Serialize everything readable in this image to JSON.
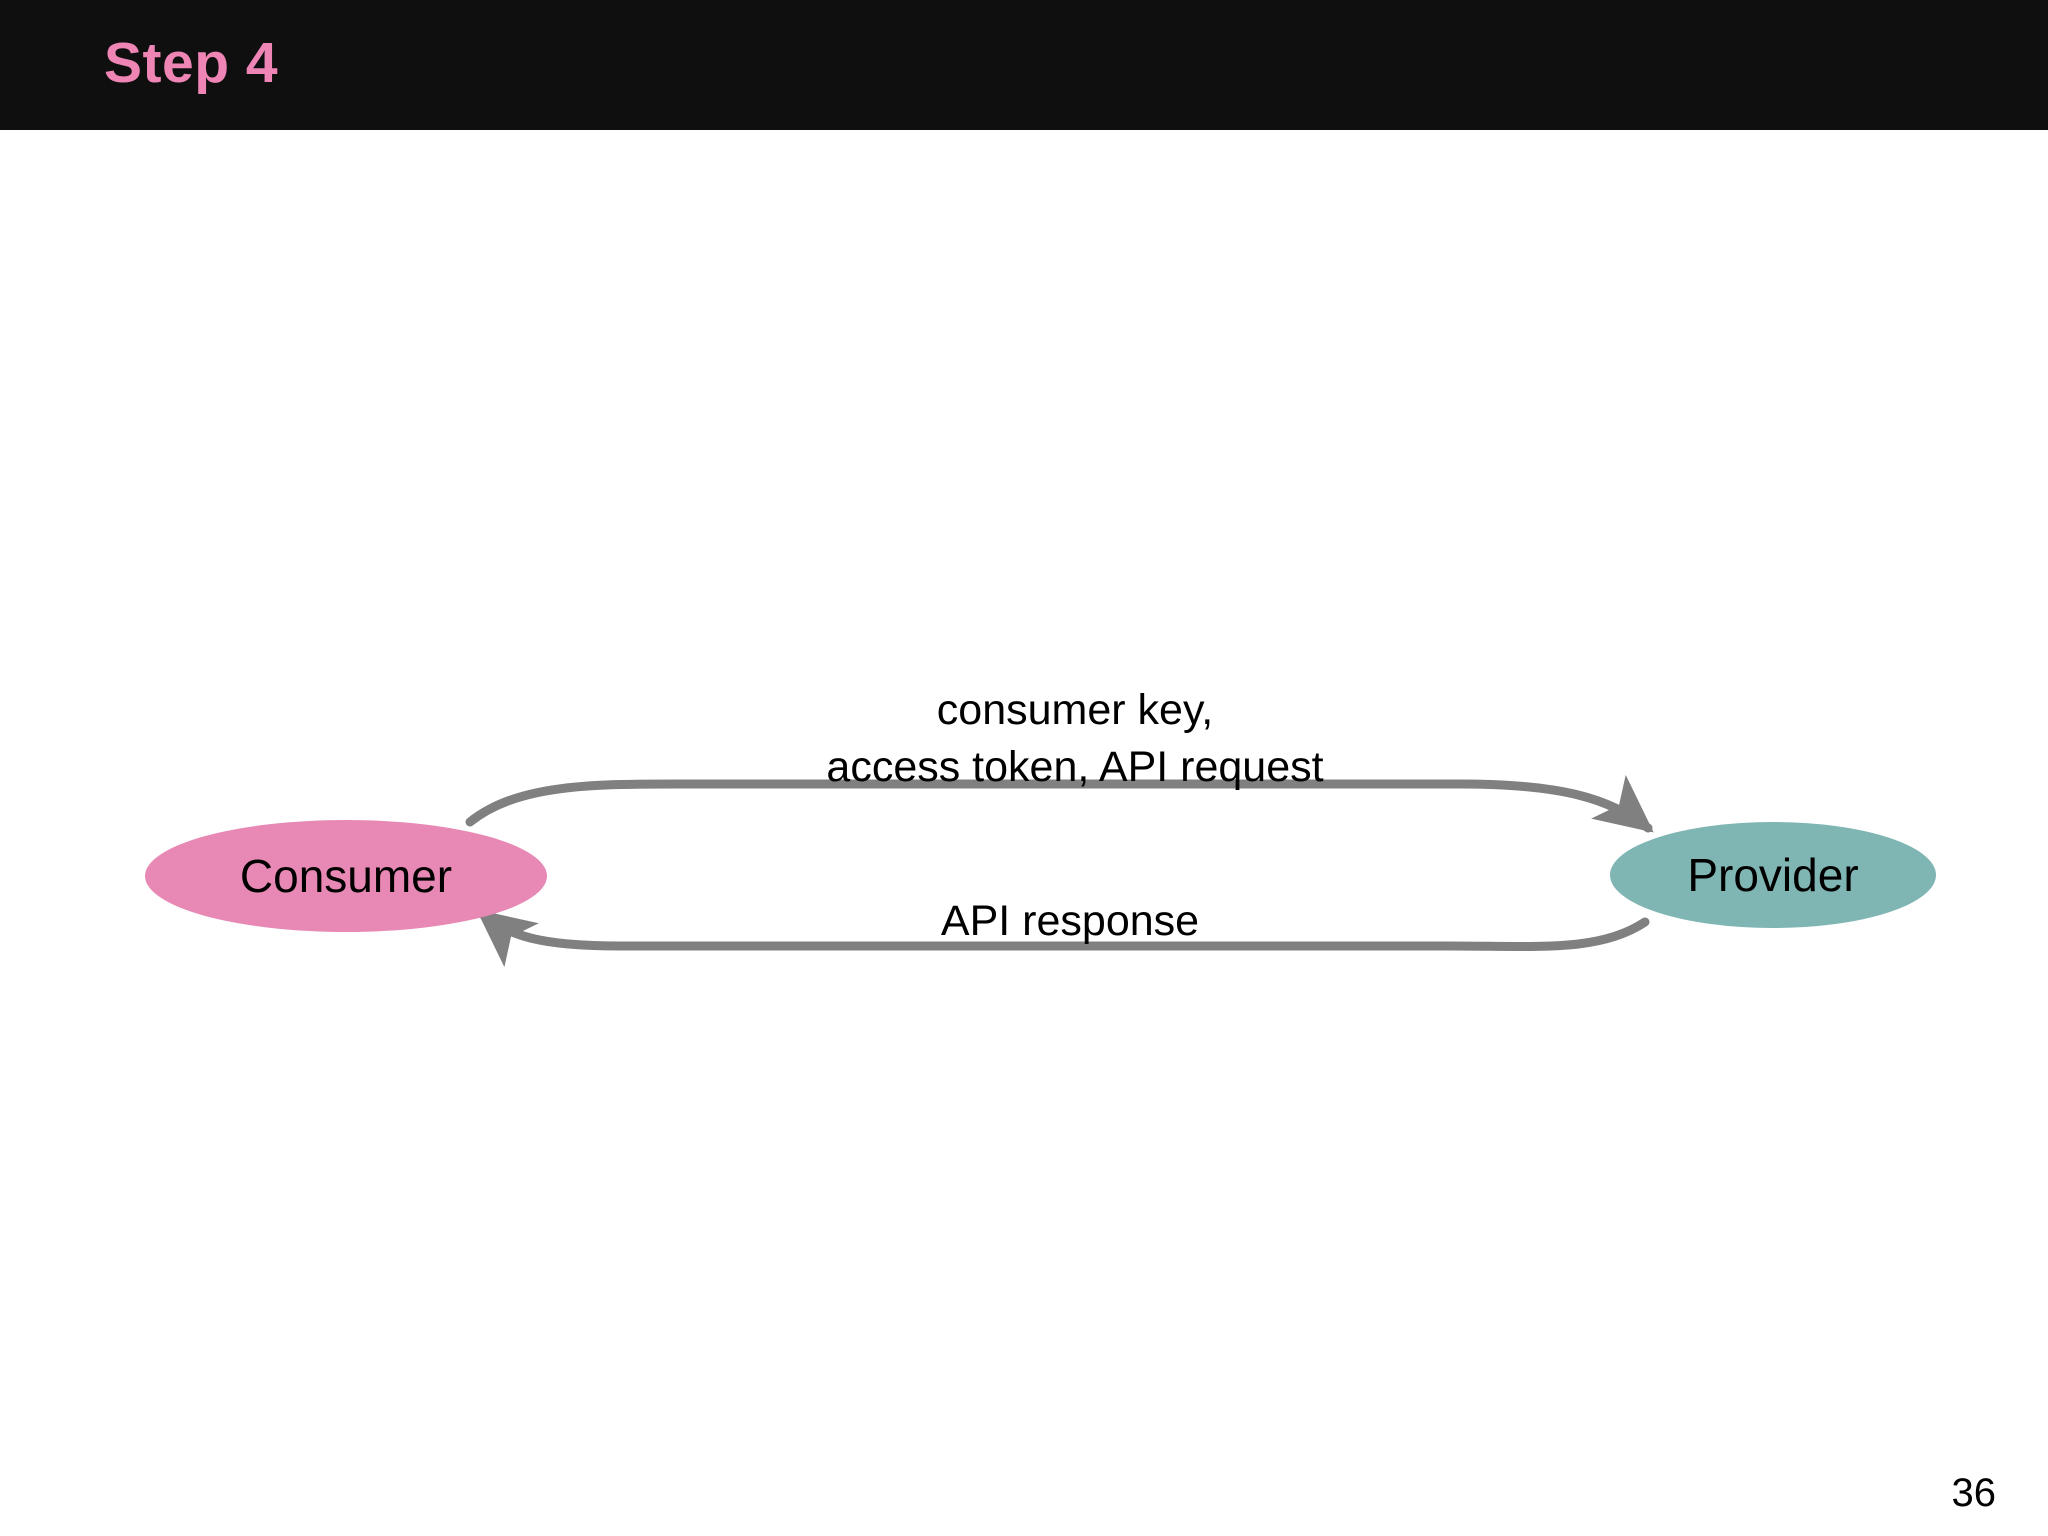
{
  "slide": {
    "title": "Step 4",
    "page_number": "36",
    "title_color": "#ee85b5",
    "header_color": "#100f10",
    "background_color": "#ffffff"
  },
  "diagram": {
    "type": "sequence-exchange",
    "nodes": [
      {
        "id": "consumer",
        "label": "Consumer",
        "shape": "ellipse",
        "fill": "#e888b4",
        "text_color": "#000000"
      },
      {
        "id": "provider",
        "label": "Provider",
        "shape": "ellipse",
        "fill": "#7fb6b3",
        "text_color": "#000000"
      }
    ],
    "edges": [
      {
        "id": "request",
        "from": "consumer",
        "to": "provider",
        "direction": "right",
        "color": "#808080",
        "label_line_1": "consumer key,",
        "label_line_2": "access token, API request"
      },
      {
        "id": "response",
        "from": "provider",
        "to": "consumer",
        "direction": "left",
        "color": "#808080",
        "label_line_1": "API response"
      }
    ]
  }
}
